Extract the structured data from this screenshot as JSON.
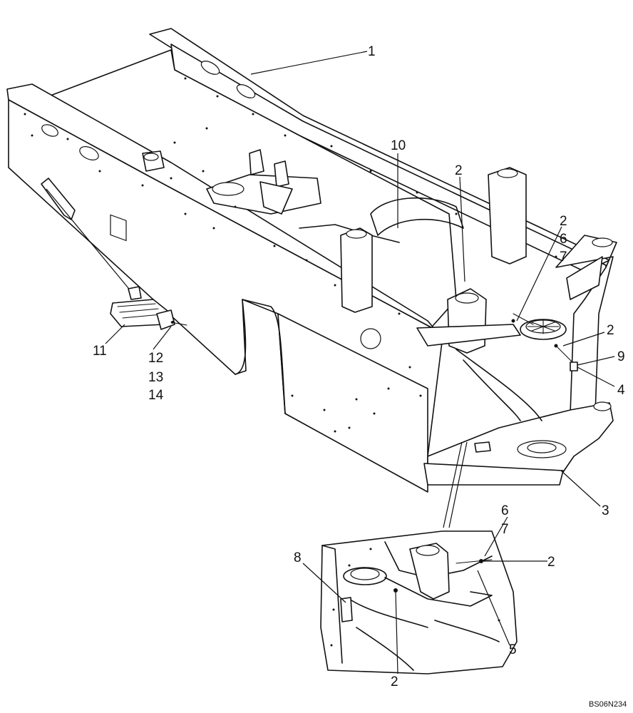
{
  "callouts": {
    "c1": "1",
    "c2a": "2",
    "c2b": "2",
    "c2c": "2",
    "c2d": "2",
    "c2e": "2",
    "c3": "3",
    "c4": "4",
    "c5": "5",
    "c6a": "6",
    "c6b": "6",
    "c7a": "7",
    "c7b": "7",
    "c8": "8",
    "c9": "9",
    "c10": "10",
    "c11": "11",
    "c12": "12",
    "c13": "13",
    "c14": "14"
  },
  "drawing_ref": "BS06N234"
}
